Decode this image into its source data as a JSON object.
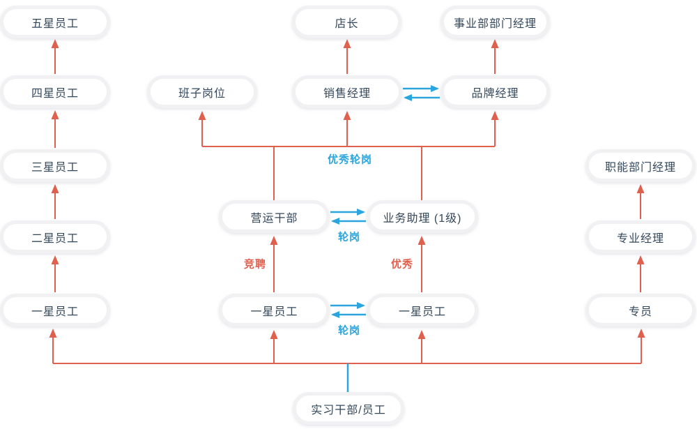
{
  "diagram": {
    "colors": {
      "promotion_arrow": "#e0604e",
      "rotation_arrow": "#2aa5dd",
      "node_text": "#33475b",
      "node_border": "#f1f1f4",
      "node_bg": "#ffffff"
    },
    "nodes": [
      {
        "id": "five-star-employee",
        "label": "五星员工"
      },
      {
        "id": "four-star-employee",
        "label": "四星员工"
      },
      {
        "id": "three-star-employee",
        "label": "三星员工"
      },
      {
        "id": "two-star-employee",
        "label": "二星员工"
      },
      {
        "id": "one-star-employee-left",
        "label": "一星员工"
      },
      {
        "id": "team-position",
        "label": "班子岗位"
      },
      {
        "id": "store-manager",
        "label": "店长"
      },
      {
        "id": "sales-manager",
        "label": "销售经理"
      },
      {
        "id": "division-dept-manager",
        "label": "事业部部门经理"
      },
      {
        "id": "brand-manager",
        "label": "品牌经理"
      },
      {
        "id": "operations-cadre",
        "label": "营运干部"
      },
      {
        "id": "business-assistant-l1",
        "label": "业务助理 (1级)"
      },
      {
        "id": "one-star-employee-mid-left",
        "label": "一星员工"
      },
      {
        "id": "one-star-employee-mid-right",
        "label": "一星员工"
      },
      {
        "id": "functional-dept-manager",
        "label": "职能部门经理"
      },
      {
        "id": "professional-manager",
        "label": "专业经理"
      },
      {
        "id": "specialist",
        "label": "专员"
      },
      {
        "id": "intern-staff",
        "label": "实习干部/员工"
      }
    ],
    "edge_labels": [
      {
        "id": "excellent-rotation",
        "text": "优秀轮岗",
        "color": "blue"
      },
      {
        "id": "rotation-middle",
        "text": "轮岗",
        "color": "blue"
      },
      {
        "id": "rotation-bottom",
        "text": "轮岗",
        "color": "blue"
      },
      {
        "id": "compete-for-post",
        "text": "竞聘",
        "color": "red"
      },
      {
        "id": "excellent",
        "text": "优秀",
        "color": "red"
      }
    ]
  }
}
